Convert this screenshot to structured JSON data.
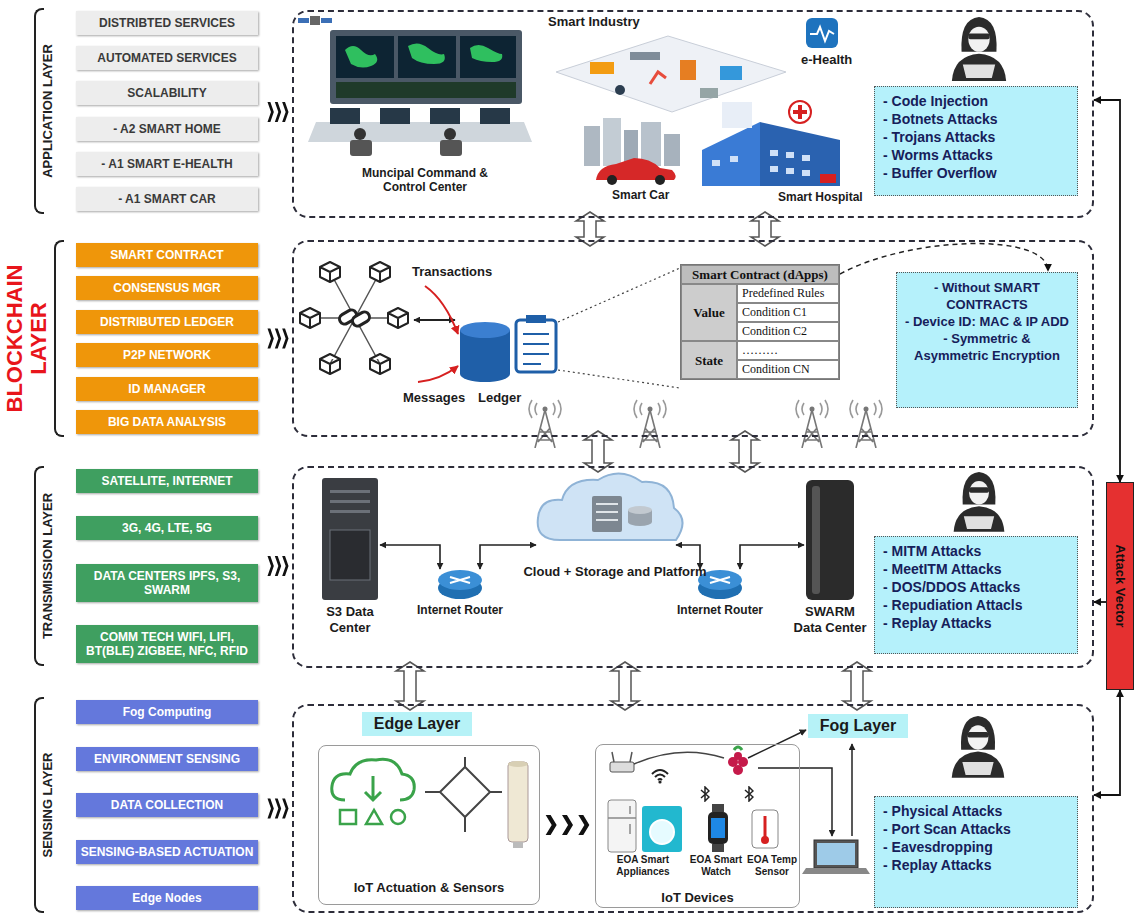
{
  "diagram": {
    "nodes": [
      {
        "text": [
          "APPLICATION LAYER"
        ]
      },
      {
        "text": [
          "DISTRIBTED SERVICES"
        ],
        "in": 0
      },
      {
        "text": [
          "AUTOMATED SERVICES"
        ],
        "in": 0
      },
      {
        "text": [
          "SCALABILITY"
        ],
        "in": 0
      },
      {
        "text": [
          "- A2 SMART HOME"
        ],
        "in": 0
      },
      {
        "text": [
          "- A1 SMART E-HEALTH"
        ],
        "in": 0
      },
      {
        "text": [
          "- A1 SMART CAR"
        ],
        "in": 0
      },
      {
        "text": [
          "Smart Industry",
          "e-Health",
          "Muncipal Command & Control Center",
          "Smart Car",
          "Smart Hospital"
        ]
      },
      {
        "text": [
          "- Code Injection",
          "- Botnets Attacks",
          "- Trojans Attacks",
          "- Worms Attacks",
          "- Buffer Overflow"
        ],
        "in": 7
      },
      {
        "text": [
          "BLOCKCHAIN LAYER"
        ]
      },
      {
        "text": [
          "SMART CONTRACT"
        ],
        "in": 9
      },
      {
        "text": [
          "CONSENSUS MGR"
        ],
        "in": 9
      },
      {
        "text": [
          "DISTRIBUTED LEDGER"
        ],
        "in": 9
      },
      {
        "text": [
          "P2P NETWORK"
        ],
        "in": 9
      },
      {
        "text": [
          "ID MANAGER"
        ],
        "in": 9
      },
      {
        "text": [
          "BIG DATA ANALYSIS"
        ],
        "in": 9
      },
      {
        "text": [
          "Transactions",
          "Messages",
          "Ledger"
        ]
      },
      {
        "text": [
          "Smart Contract (dApps)",
          "Predefined Rules",
          "Value",
          "Condition C1",
          "Condition C2",
          "State",
          "………",
          "Condition CN"
        ],
        "in": 16
      },
      {
        "text": [
          "- Without SMART CONTRACTS",
          "- Device ID: MAC & IP ADD",
          "- Symmetric & Asymmetric Encryption"
        ],
        "in": 16
      },
      {
        "text": [
          "TRANSMISSION LAYER"
        ]
      },
      {
        "text": [
          "SATELLITE, INTERNET"
        ],
        "in": 19
      },
      {
        "text": [
          "3G, 4G, LTE, 5G"
        ],
        "in": 19
      },
      {
        "text": [
          "DATA CENTERS IPFS, S3, SWARM"
        ],
        "in": 19
      },
      {
        "text": [
          "COMM TECH WIFI, LIFI, BT(BLE) ZIGBEE, NFC, RFID"
        ],
        "in": 19
      },
      {
        "text": [
          "S3 Data Center",
          "Cloud + Storage and Platform",
          "Internet Router",
          "Internet Router",
          "SWARM Data Center"
        ]
      },
      {
        "text": [
          "- MITM Attacks",
          "- MeetITM Attacks",
          "- DOS/DDOS Attacks",
          "- Repudiation Attacls",
          "- Replay Attacks"
        ],
        "in": 24
      },
      {
        "text": [
          "SENSING LAYER"
        ]
      },
      {
        "text": [
          "Fog Computing"
        ],
        "in": 26
      },
      {
        "text": [
          "ENVIRONMENT SENSING"
        ],
        "in": 26
      },
      {
        "text": [
          "DATA COLLECTION"
        ],
        "in": 26
      },
      {
        "text": [
          "SENSING-BASED ACTUATION"
        ],
        "in": 26
      },
      {
        "text": [
          "Edge Nodes"
        ],
        "in": 26
      },
      {
        "text": []
      },
      {
        "text": [
          "Edge Layer"
        ],
        "in": 32
      },
      {
        "text": [
          "Fog Layer"
        ],
        "in": 32
      },
      {
        "text": [
          "IoT Actuation & Sensors"
        ],
        "in": 32
      },
      {
        "text": [
          "EOA Smart Appliances",
          "EOA Smart Watch",
          "EOA Temp Sensor",
          "IoT Devices"
        ],
        "in": 32
      },
      {
        "text": [
          "- Physical Attacks",
          "- Port Scan Attacks",
          "- Eavesdropping",
          "- Replay Attacks"
        ],
        "in": 32
      },
      {
        "text": [
          "Attack Vector"
        ]
      }
    ],
    "edges": [
      {
        "from": 0,
        "to": 7,
        "arrow": "to"
      },
      {
        "from": 9,
        "to": 16,
        "arrow": "to"
      },
      {
        "from": 19,
        "to": 24,
        "arrow": "to"
      },
      {
        "from": 26,
        "to": 32,
        "arrow": "to"
      },
      {
        "from": 35,
        "to": 36,
        "arrow": "to"
      },
      {
        "from": 7,
        "to": 16,
        "arrow": "both"
      },
      {
        "from": 7,
        "to": 16,
        "arrow": "both"
      },
      {
        "from": 16,
        "to": 24,
        "arrow": "both"
      },
      {
        "from": 16,
        "to": 24,
        "arrow": "both"
      },
      {
        "from": 24,
        "to": 32,
        "arrow": "both"
      },
      {
        "from": 24,
        "to": 32,
        "arrow": "both"
      },
      {
        "from": 24,
        "to": 32,
        "arrow": "both"
      },
      {
        "from": 17,
        "to": 18,
        "arrow": "to"
      },
      {
        "from": 38,
        "to": 7,
        "arrow": "both"
      },
      {
        "from": 38,
        "to": 24,
        "arrow": "to"
      },
      {
        "from": 38,
        "to": 32,
        "arrow": "both"
      }
    ]
  }
}
